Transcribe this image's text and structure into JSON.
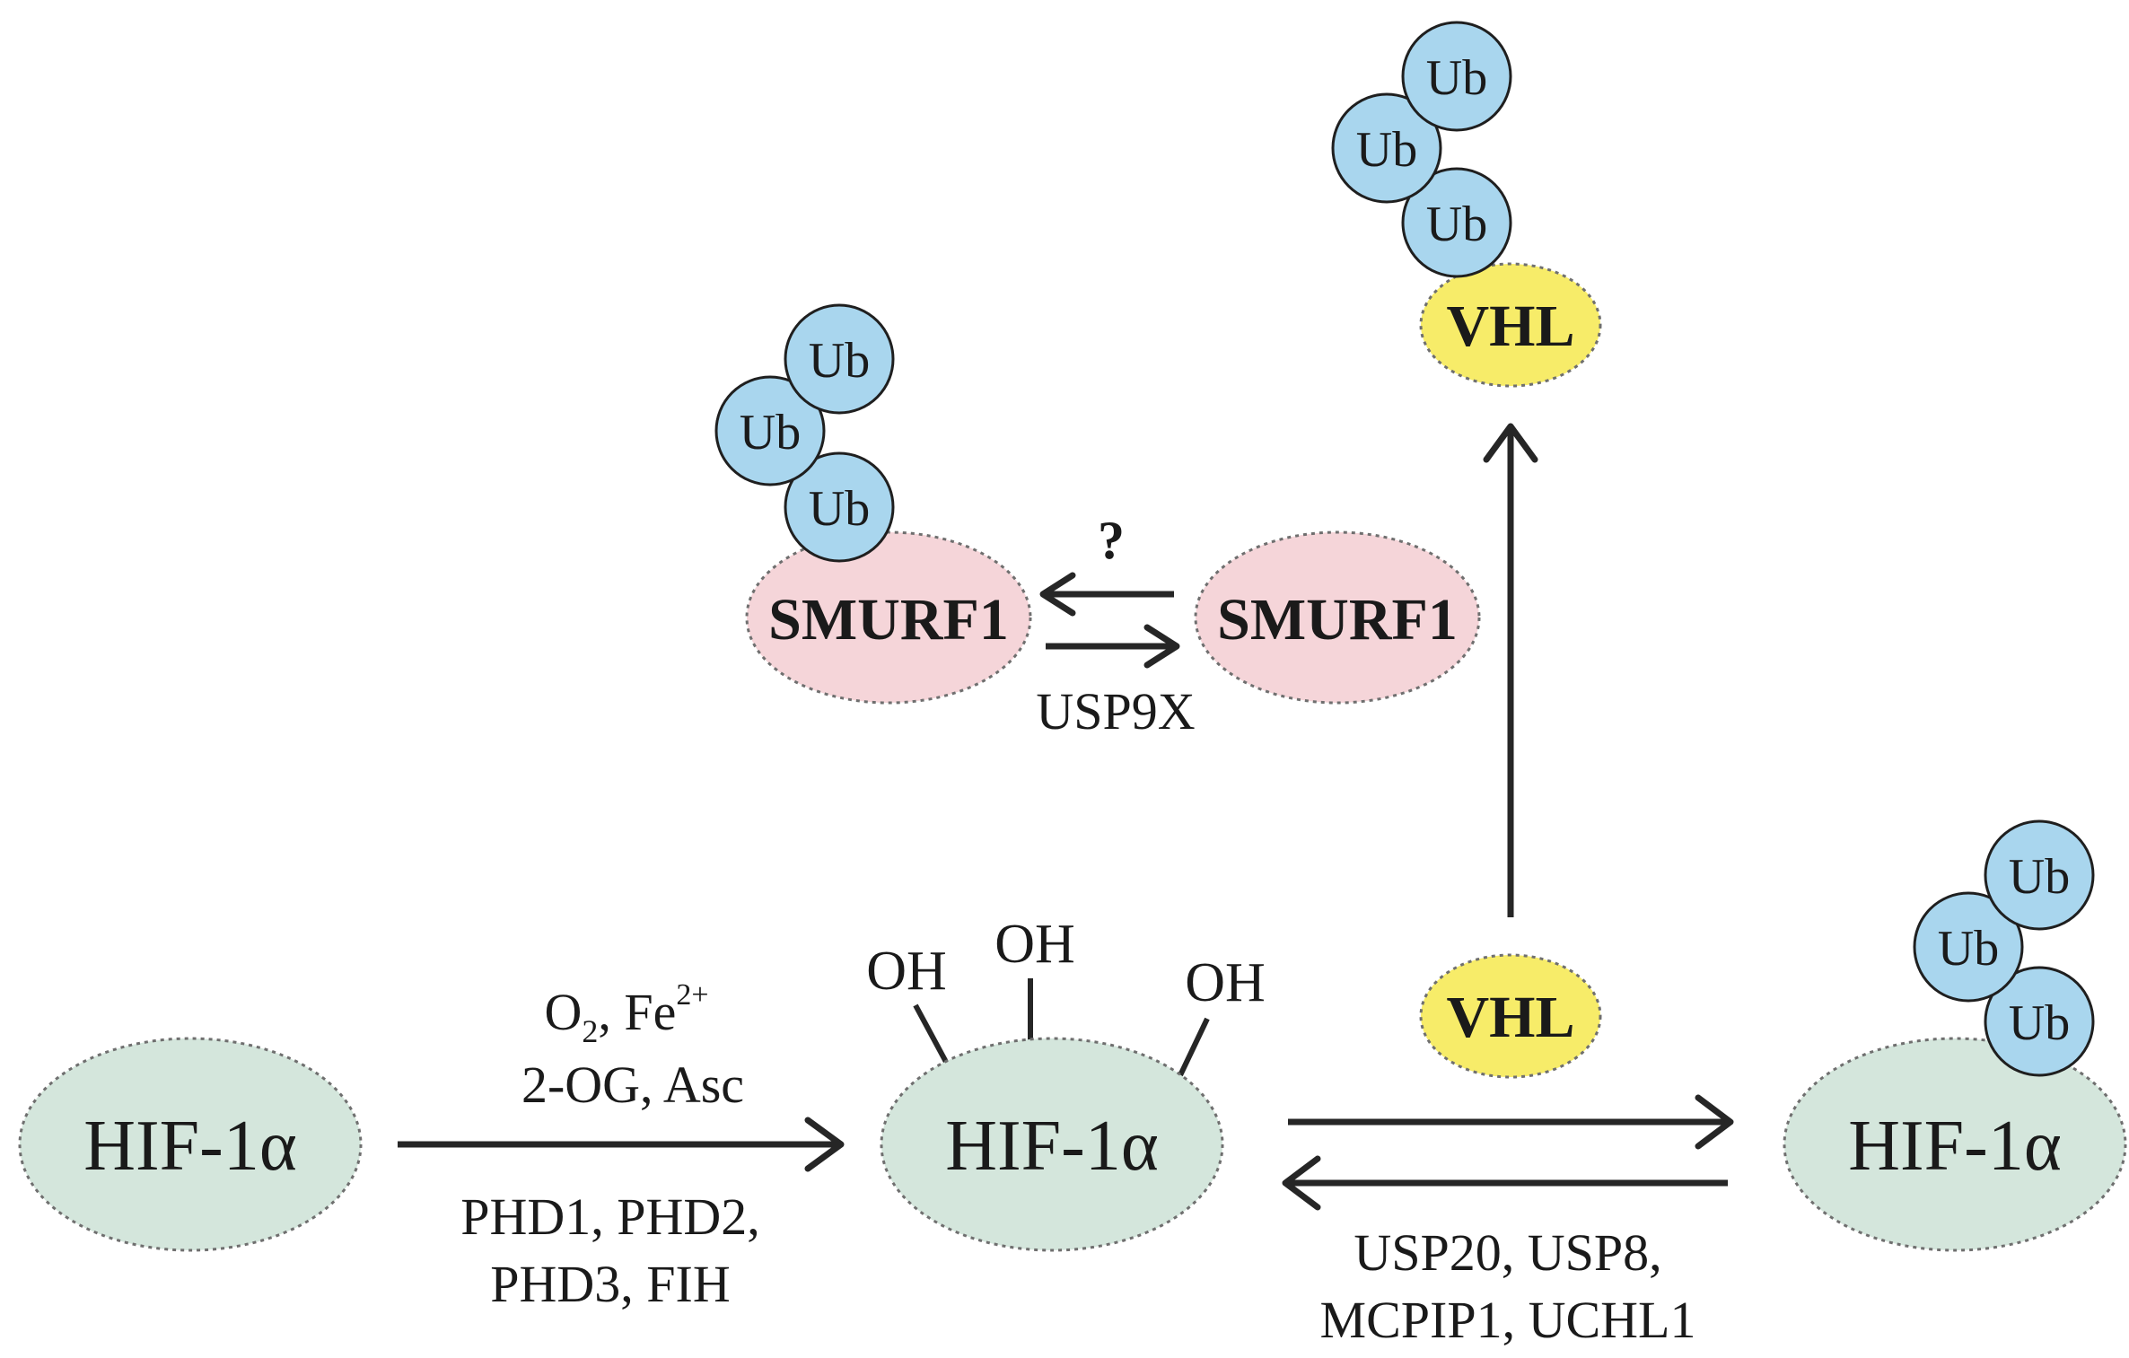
{
  "proteins": {
    "hif": "HIF-1α",
    "smurf1": "SMURF1",
    "vhl": "VHL",
    "ub": "Ub"
  },
  "hydroxyl": "OH",
  "labels": {
    "cofactors_o2": "O",
    "cofactors_o2_sub": "2",
    "cofactors_fe": ", Fe",
    "cofactors_fe_sup": "2+",
    "cofactors_line2": "2-OG, Asc",
    "hydroxylases_line1": "PHD1, PHD2,",
    "hydroxylases_line2": "PHD3, FIH",
    "dubs_line1": "USP20, USP8,",
    "dubs_line2": "MCPIP1, UCHL1",
    "usp9x": "USP9X",
    "unknown": "?"
  },
  "colors": {
    "hif_fill": "#d4e6dc",
    "smurf_fill": "#f5d5d9",
    "vhl_fill": "#f7ec69",
    "ub_fill": "#a9d6ee",
    "arrow": "#262626"
  }
}
